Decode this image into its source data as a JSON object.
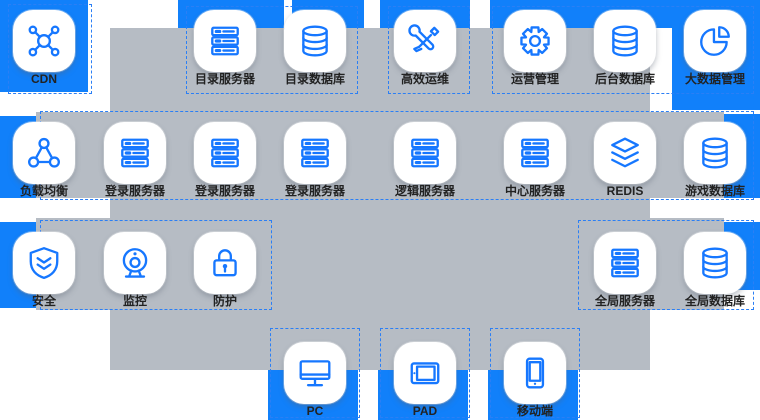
{
  "diagram": {
    "name": "game-server-architecture-diagram",
    "colors": {
      "accent_blue": "#1180fa",
      "icon_blue": "#1677ff",
      "canvas_gray": "#b6bcc4",
      "dashed_border_blue": "#2b7ff5",
      "label_text": "#222222",
      "card_white": "#ffffff"
    }
  },
  "nodes": [
    {
      "id": "cdn",
      "label": "CDN",
      "icon": "cdn-network-icon"
    },
    {
      "id": "dir-server",
      "label": "目录服务器",
      "icon": "server-rack-icon"
    },
    {
      "id": "dir-db",
      "label": "目录数据库",
      "icon": "database-icon"
    },
    {
      "id": "ops",
      "label": "高效运维",
      "icon": "wrench-screwdriver-icon"
    },
    {
      "id": "mgmt",
      "label": "运营管理",
      "icon": "gear-icon"
    },
    {
      "id": "backend-db",
      "label": "后台数据库",
      "icon": "database-icon"
    },
    {
      "id": "bigdata",
      "label": "大数据管理",
      "icon": "pie-chart-icon"
    },
    {
      "id": "lb",
      "label": "负载均衡",
      "icon": "load-balancer-icon"
    },
    {
      "id": "login-1",
      "label": "登录服务器",
      "icon": "server-rack-icon"
    },
    {
      "id": "login-2",
      "label": "登录服务器",
      "icon": "server-rack-icon"
    },
    {
      "id": "login-3",
      "label": "登录服务器",
      "icon": "server-rack-icon"
    },
    {
      "id": "logic",
      "label": "逻辑服务器",
      "icon": "server-rack-icon"
    },
    {
      "id": "center",
      "label": "中心服务器",
      "icon": "server-rack-icon"
    },
    {
      "id": "redis",
      "label": "REDIS",
      "icon": "layers-stack-icon"
    },
    {
      "id": "game-db",
      "label": "游戏数据库",
      "icon": "database-icon"
    },
    {
      "id": "security",
      "label": "安全",
      "icon": "shield-icon"
    },
    {
      "id": "monitor",
      "label": "监控",
      "icon": "webcam-icon"
    },
    {
      "id": "protect",
      "label": "防护",
      "icon": "padlock-icon"
    },
    {
      "id": "global-server",
      "label": "全局服务器",
      "icon": "server-rack-icon"
    },
    {
      "id": "global-db",
      "label": "全局数据库",
      "icon": "database-icon"
    },
    {
      "id": "pc",
      "label": "PC",
      "icon": "pc-monitor-icon"
    },
    {
      "id": "pad",
      "label": "PAD",
      "icon": "tablet-icon"
    },
    {
      "id": "mobile",
      "label": "移动端",
      "icon": "smartphone-icon"
    }
  ]
}
